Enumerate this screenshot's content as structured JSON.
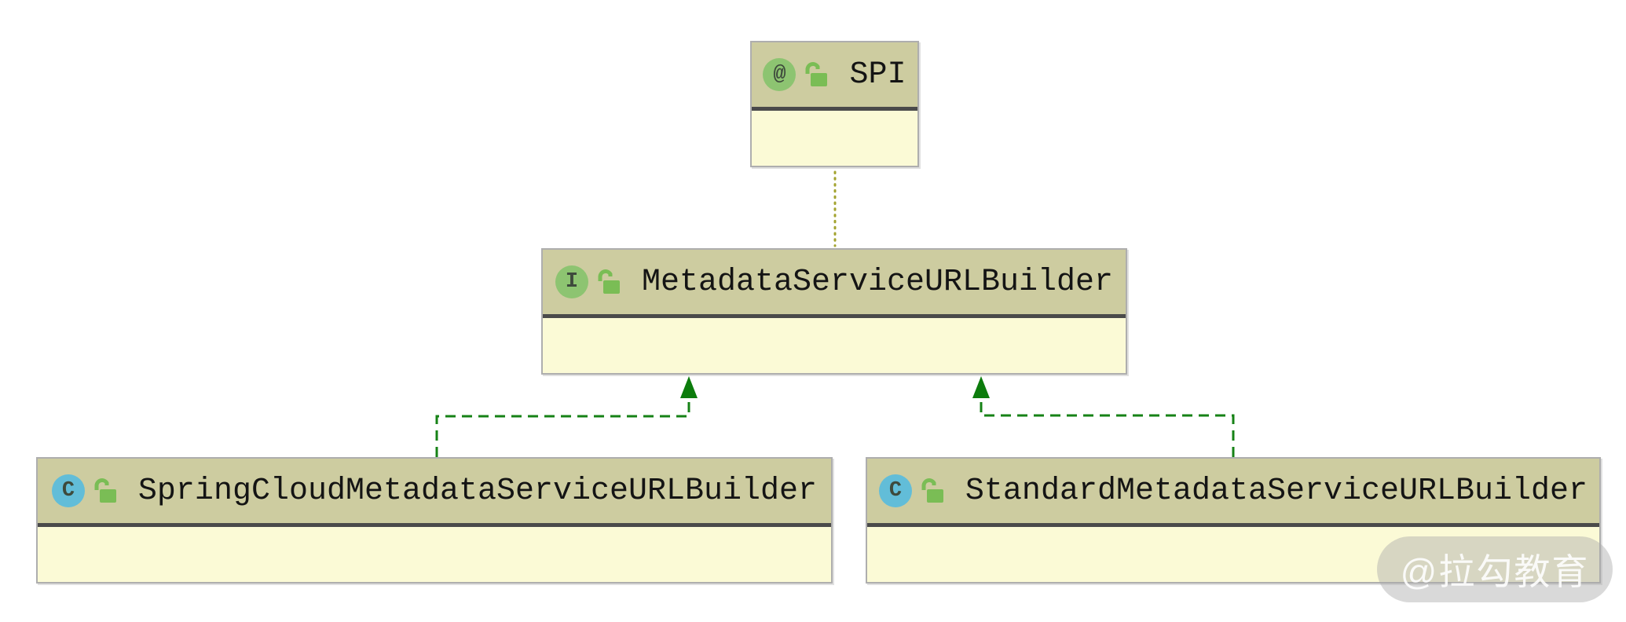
{
  "nodes": [
    {
      "name": "SPI",
      "type": "annotation",
      "badge": "@",
      "visibility": "public"
    },
    {
      "name": "MetadataServiceURLBuilder",
      "type": "interface",
      "badge": "I",
      "visibility": "public"
    },
    {
      "name": "SpringCloudMetadataServiceURLBuilder",
      "type": "class",
      "badge": "C",
      "visibility": "public"
    },
    {
      "name": "StandardMetadataServiceURLBuilder",
      "type": "class",
      "badge": "C",
      "visibility": "public"
    }
  ],
  "edges": [
    {
      "from": "MetadataServiceURLBuilder",
      "to": "SPI",
      "type": "annotated-by",
      "style": "dotted"
    },
    {
      "from": "SpringCloudMetadataServiceURLBuilder",
      "to": "MetadataServiceURLBuilder",
      "type": "implements",
      "style": "dashed-arrow"
    },
    {
      "from": "StandardMetadataServiceURLBuilder",
      "to": "MetadataServiceURLBuilder",
      "type": "implements",
      "style": "dashed-arrow"
    }
  ],
  "colors": {
    "node_header": "#cdcca0",
    "node_body": "#fbfad6",
    "node_border": "#aeaeae",
    "header_divider": "#4a4a4a",
    "annotation_badge": "#8dc471",
    "interface_badge": "#8dc471",
    "class_badge": "#62bdd8",
    "lock_green": "#7abd55",
    "implements_edge": "#168216",
    "arrow_fill": "#0c7c0c",
    "annotation_edge": "#a3a32f"
  },
  "watermark": {
    "text": "@拉勾教育"
  }
}
